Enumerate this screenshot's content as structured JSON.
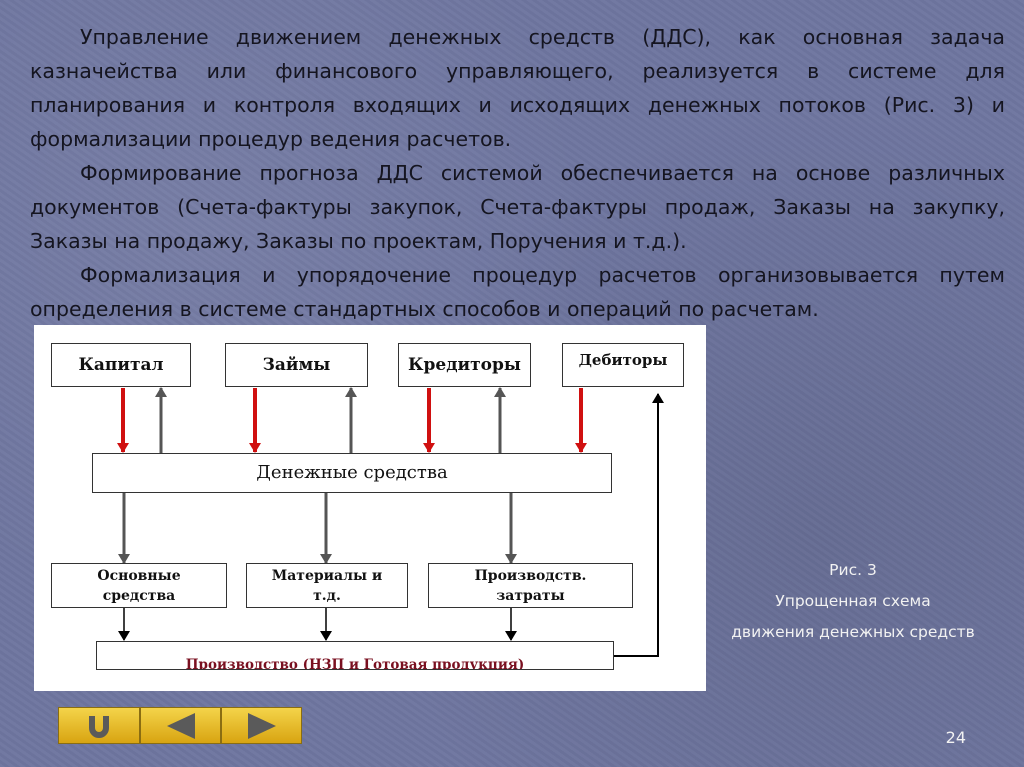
{
  "slide": {
    "paragraphs": [
      "Управление движением денежных средств (ДДС), как основная задача казначейства или финансового управляющего, реализуется в системе для планирования и контроля входящих и исходящих денежных потоков (Рис. 3) и формализации процедур ведения расчетов.",
      "Формирование прогноза ДДС системой обеспечивается на основе различных документов (Счета-фактуры закупок, Счета-фактуры продаж, Заказы на закупку, Заказы на продажу, Заказы по проектам, Поручения и т.д.).",
      "Формализация и упорядочение процедур расчетов организовывается путем определения в системе стандартных способов и операций по расчетам."
    ],
    "caption": {
      "line1": "Рис. 3",
      "line2": "Упрощенная схема",
      "line3": "движения денежных средств"
    },
    "page_number": "24"
  },
  "diagram": {
    "sources": [
      "Капитал",
      "Займы",
      "Кредиторы",
      "Дебиторы"
    ],
    "center": "Денежные средства",
    "uses": [
      "Основные\nсредства",
      "Материалы и\nт.д.",
      "Производств.\nзатраты"
    ],
    "bottom": "Производство (НЗП и Готовая продукция)",
    "colors": {
      "inflow_arrow": "#d01010",
      "outflow_arrow": "#555555",
      "return_arrow": "#000000",
      "bottom_text": "#7a1020"
    }
  },
  "navigation": {
    "buttons": [
      "home-icon",
      "back-arrow-icon",
      "forward-arrow-icon"
    ],
    "colors": {
      "button": "#e8c22c",
      "glyph": "#5a5a5a"
    }
  }
}
